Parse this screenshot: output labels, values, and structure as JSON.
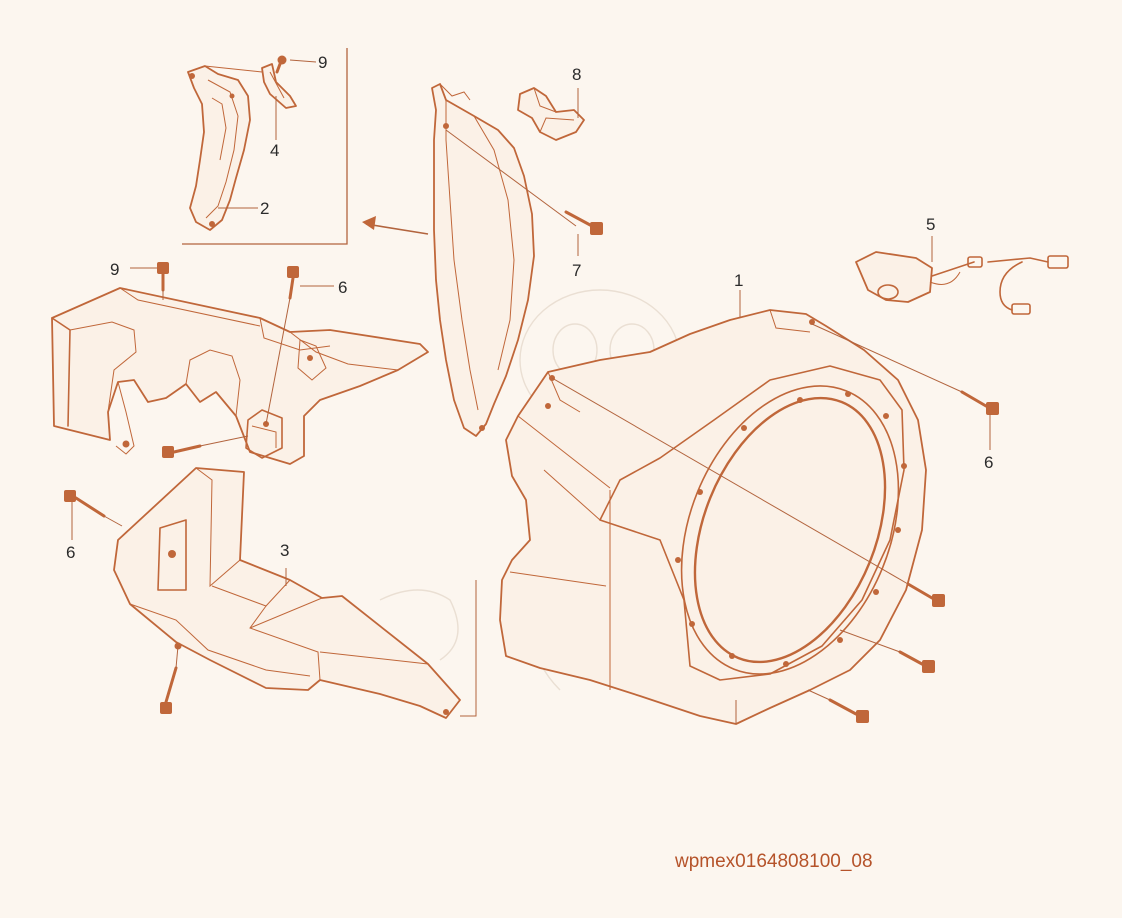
{
  "diagram": {
    "code": "wpmex0164808100_08",
    "callouts": {
      "c1": "1",
      "c2": "2",
      "c3": "3",
      "c4": "4",
      "c5": "5",
      "c6a": "6",
      "c6b": "6",
      "c6c": "6",
      "c7": "7",
      "c8": "8",
      "c9a": "9",
      "c9b": "9"
    }
  },
  "colors": {
    "line": "#c0673a",
    "label": "#2b2b2b",
    "code_text": "#b5532a",
    "background": "#fcf6ef"
  }
}
